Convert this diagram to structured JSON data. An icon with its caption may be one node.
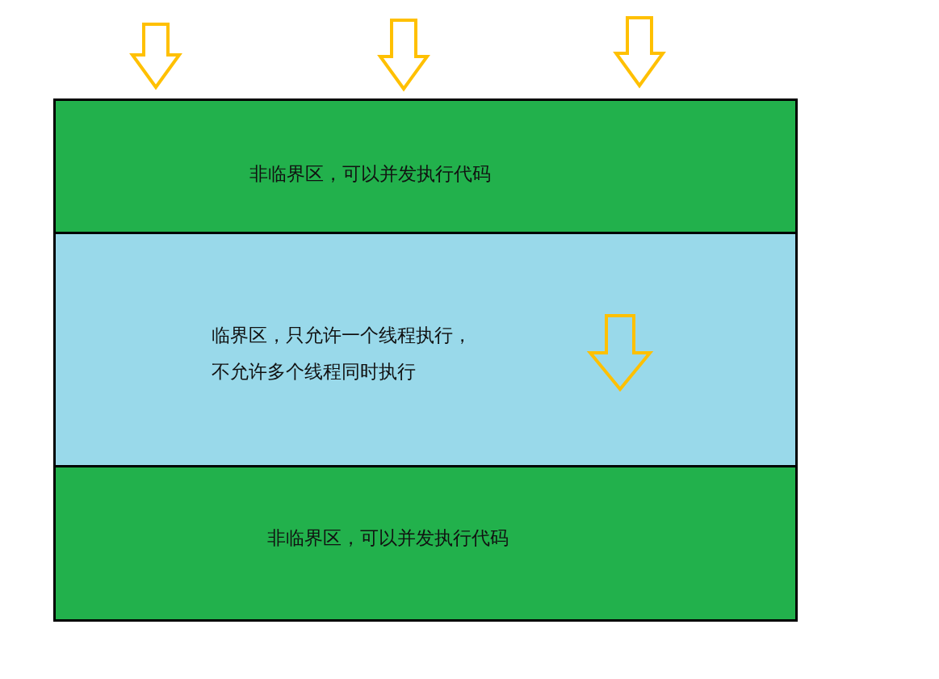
{
  "diagram": {
    "nodes": [
      {
        "text": [
          "非临界区，可以并发执行代码"
        ]
      },
      {
        "text": [
          "临界区，只允许一个线程执行，不允许多个线程同时执行"
        ]
      },
      {
        "text": [
          "非临界区，可以并发执行代码"
        ]
      }
    ]
  }
}
